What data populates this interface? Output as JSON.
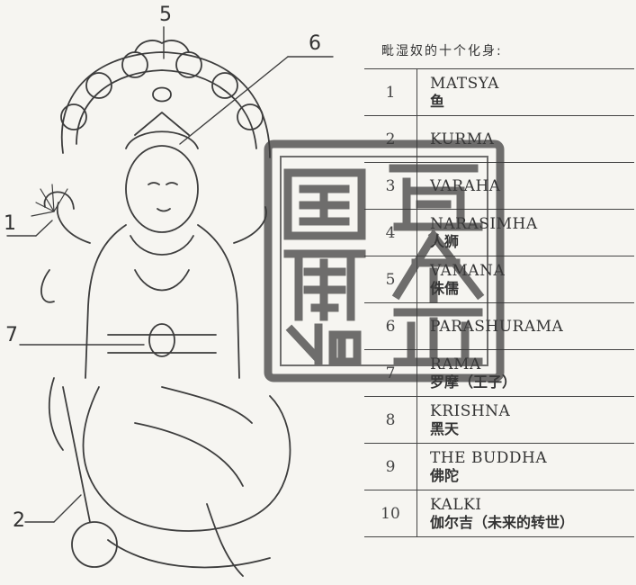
{
  "table_title": "毗湿奴的十个化身:",
  "figure_labels": [
    "5",
    "6",
    "1",
    "7",
    "2"
  ],
  "avatars": [
    {
      "num": "1",
      "en": "MATSYA",
      "zh": "鱼"
    },
    {
      "num": "2",
      "en": "KURMA",
      "zh": ""
    },
    {
      "num": "3",
      "en": "VARAHA",
      "zh": ""
    },
    {
      "num": "4",
      "en": "NARASIMHA",
      "zh": "人狮"
    },
    {
      "num": "5",
      "en": "VAMANA",
      "zh": "侏儒"
    },
    {
      "num": "6",
      "en": "PARASHURAMA",
      "zh": ""
    },
    {
      "num": "7",
      "en": "RAMA",
      "zh": "罗摩（王子）"
    },
    {
      "num": "8",
      "en": "KRISHNA",
      "zh": "黑天"
    },
    {
      "num": "9",
      "en": "THE BUDDHA",
      "zh": "佛陀"
    },
    {
      "num": "10",
      "en": "KALKI",
      "zh": "伽尔吉（未来的转世）"
    }
  ],
  "seal_color": "#3a3a3a",
  "line_color": "#444444"
}
